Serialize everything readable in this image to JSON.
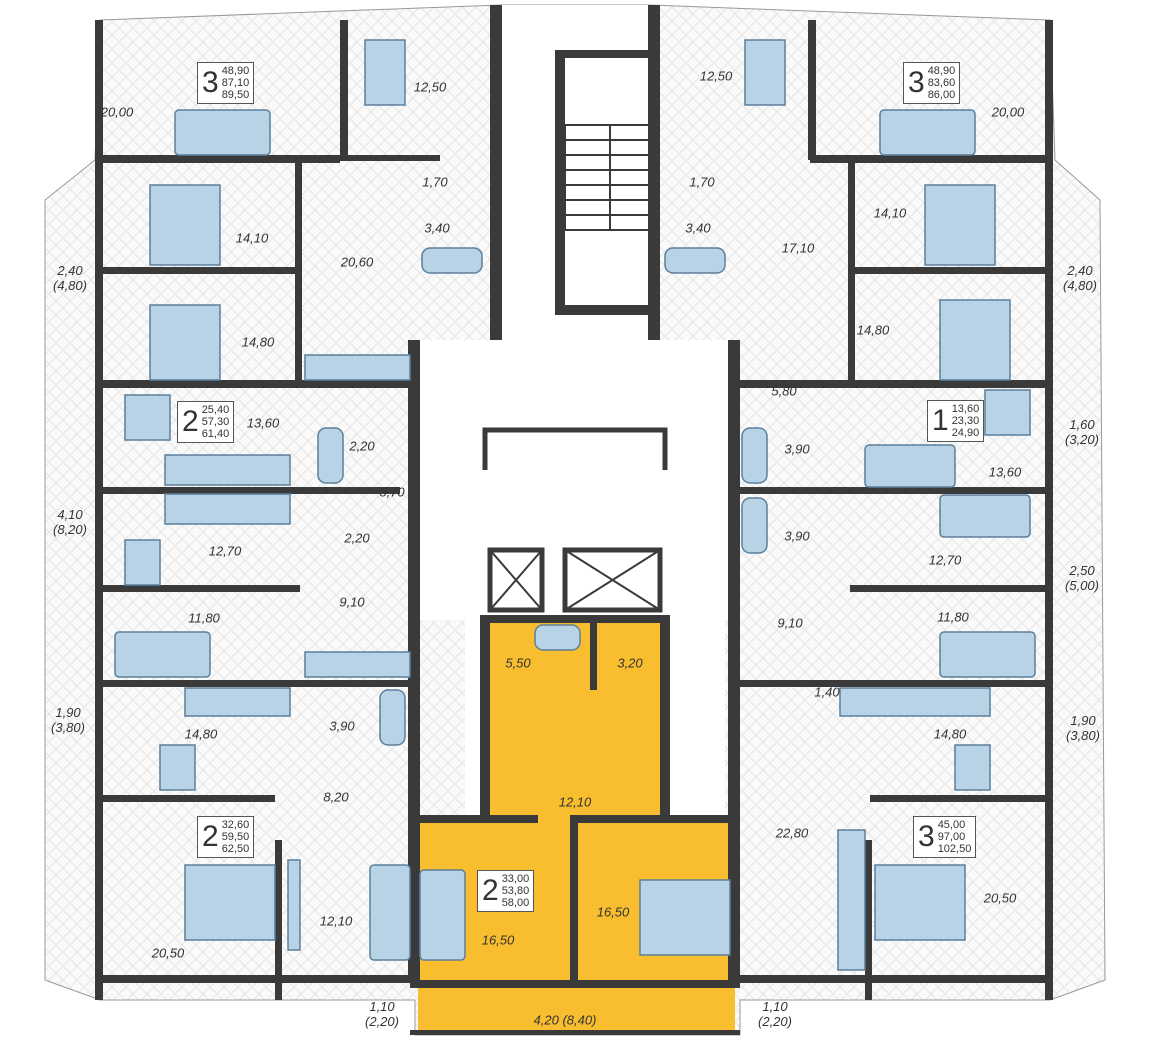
{
  "colors": {
    "wall": "#3a3a3a",
    "floor": "#f4f4f4",
    "highlight": "#f9be2f",
    "furniture": "#b9d3e6"
  },
  "apartments": [
    {
      "rooms": "3",
      "areas": [
        "48,90",
        "87,10",
        "89,50"
      ]
    },
    {
      "rooms": "3",
      "areas": [
        "48,90",
        "83,60",
        "86,00"
      ]
    },
    {
      "rooms": "1",
      "areas": [
        "13,60",
        "23,30",
        "24,90"
      ]
    },
    {
      "rooms": "2",
      "areas": [
        "25,40",
        "57,30",
        "61,40"
      ]
    },
    {
      "rooms": "2",
      "areas": [
        "32,60",
        "59,50",
        "62,50"
      ]
    },
    {
      "rooms": "2",
      "areas": [
        "33,00",
        "53,80",
        "58,00"
      ]
    },
    {
      "rooms": "3",
      "areas": [
        "45,00",
        "97,00",
        "102,50"
      ]
    }
  ],
  "rooms": [
    "20,00",
    "12,50",
    "1,70",
    "3,40",
    "14,10",
    "20,60",
    "2,40\n(4,80)",
    "14,80",
    "12,50",
    "20,00",
    "1,70",
    "3,40",
    "17,10",
    "14,10",
    "2,40\n(4,80)",
    "14,80",
    "5,80",
    "3,90",
    "13,60",
    "1,60\n(3,20)",
    "3,90",
    "12,70",
    "2,50\n(5,00)",
    "9,10",
    "11,80",
    "13,60",
    "2,20",
    "5,70",
    "4,10\n(8,20)",
    "2,20",
    "12,70",
    "9,10",
    "11,80",
    "1,90\n(3,80)",
    "14,80",
    "3,90",
    "8,20",
    "12,10",
    "20,50",
    "1,10\n(2,20)",
    "5,50",
    "3,20",
    "12,10",
    "16,50",
    "16,50",
    "4,20 (8,40)",
    "1,40",
    "14,80",
    "1,90\n(3,80)",
    "22,80",
    "20,50",
    "1,10\n(2,20)"
  ]
}
